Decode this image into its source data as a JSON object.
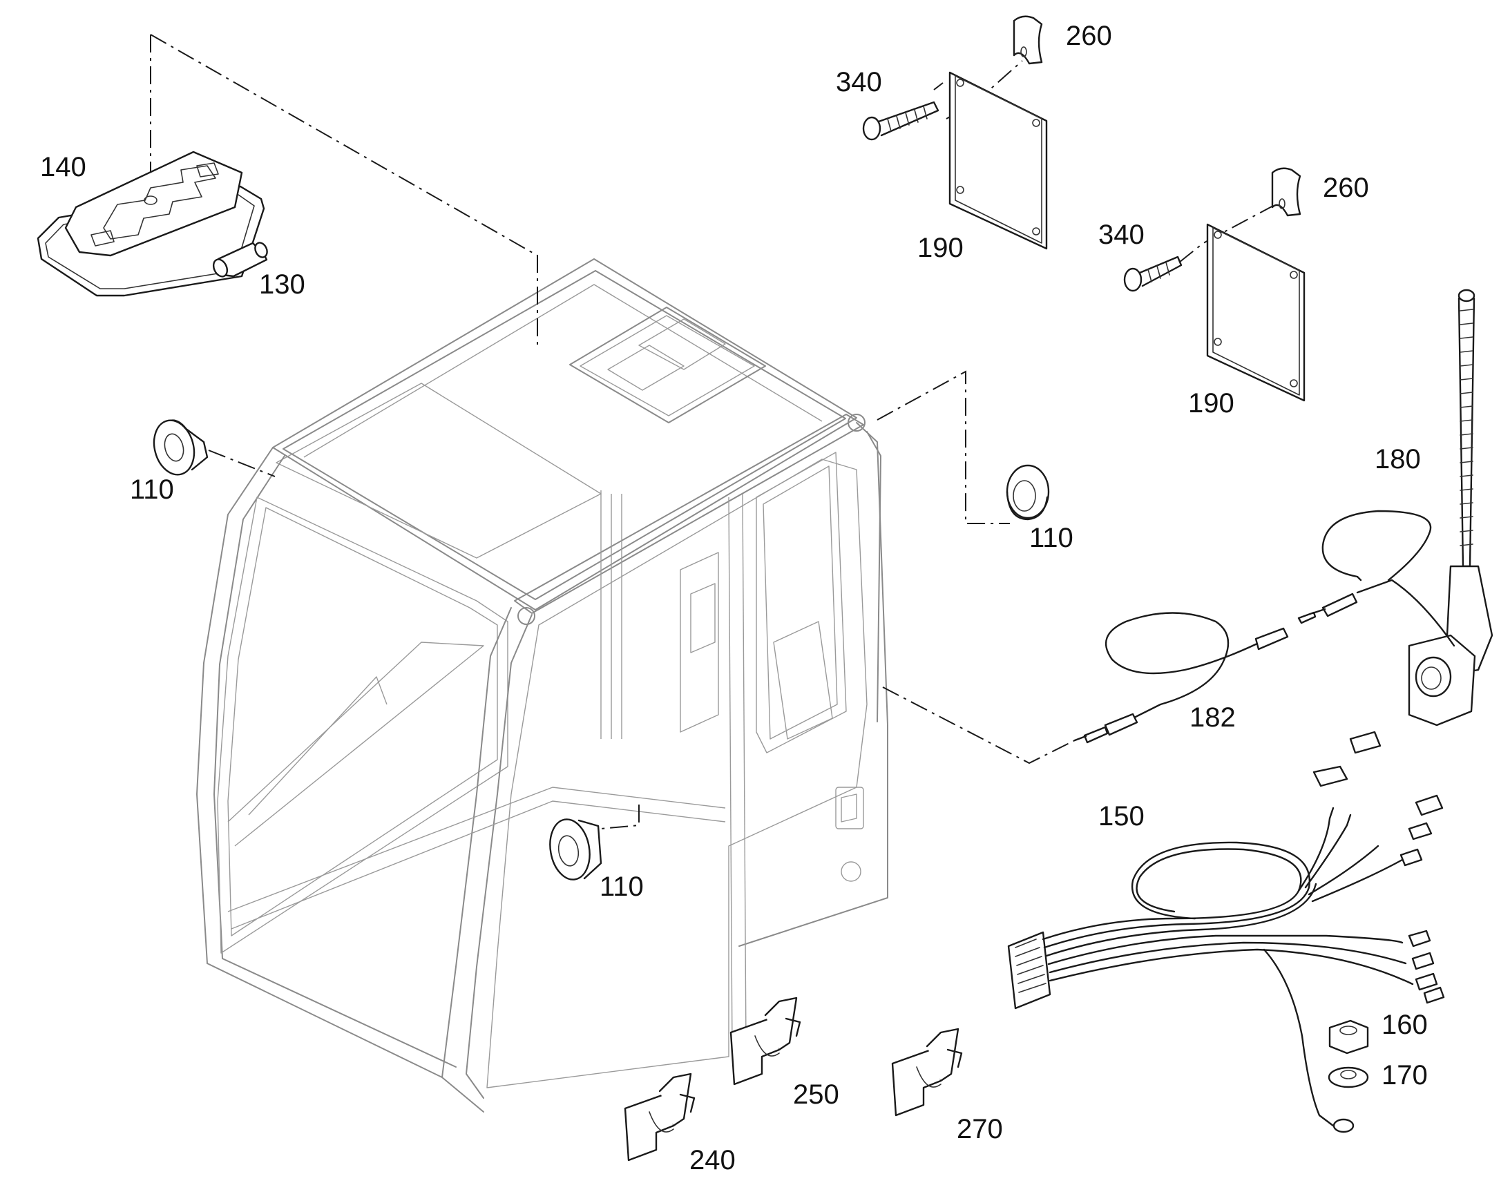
{
  "callouts": {
    "c140": "140",
    "c130": "130",
    "c110_left": "110",
    "c110_right": "110",
    "c110_bottom": "110",
    "c340_top": "340",
    "c340_mid": "340",
    "c260_top": "260",
    "c260_mid": "260",
    "c190_top": "190",
    "c190_mid": "190",
    "c180": "180",
    "c182": "182",
    "c150": "150",
    "c160": "160",
    "c170": "170",
    "c240": "240",
    "c250": "250",
    "c270": "270"
  }
}
